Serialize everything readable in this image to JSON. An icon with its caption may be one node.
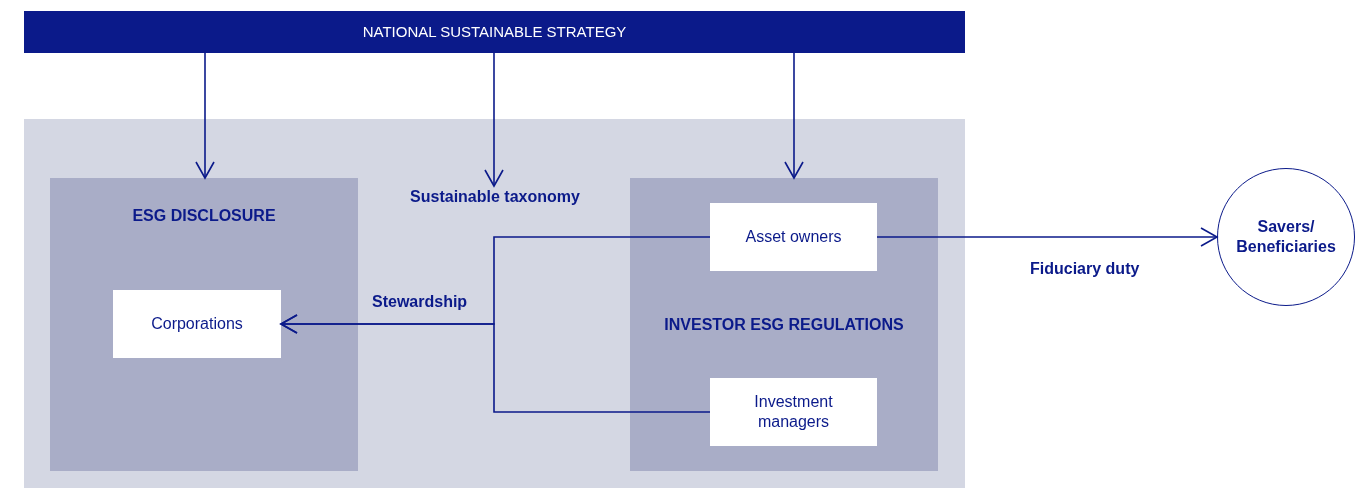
{
  "diagram": {
    "nodes": [
      {
        "text": [
          "NATIONAL SUSTAINABLE STRATEGY"
        ]
      },
      {
        "text": [],
        "shape": "box"
      },
      {
        "text": [
          "ESG DISCLOSURE"
        ],
        "in": 1
      },
      {
        "text": [
          "Corporations"
        ],
        "in": 2
      },
      {
        "text": [
          "Sustainable taxonomy"
        ],
        "in": 1
      },
      {
        "text": [
          "INVESTOR ESG REGULATIONS"
        ],
        "in": 1
      },
      {
        "text": [
          "Asset owners"
        ],
        "in": 5
      },
      {
        "text": [
          "Investment managers"
        ],
        "in": 5
      },
      {
        "text": [
          "Savers/ Beneficiaries"
        ]
      }
    ],
    "edges": [
      {
        "from": 0,
        "to": 2,
        "arrow": "to"
      },
      {
        "from": 0,
        "to": 4,
        "arrow": "to"
      },
      {
        "from": 0,
        "to": 5,
        "arrow": "to"
      },
      {
        "from": 6,
        "to": 3,
        "arrow": "to",
        "label": "Stewardship"
      },
      {
        "from": 7,
        "to": 3,
        "arrow": "to"
      },
      {
        "from": 6,
        "to": 8,
        "arrow": "to",
        "label": "Fiduciary duty"
      }
    ]
  }
}
